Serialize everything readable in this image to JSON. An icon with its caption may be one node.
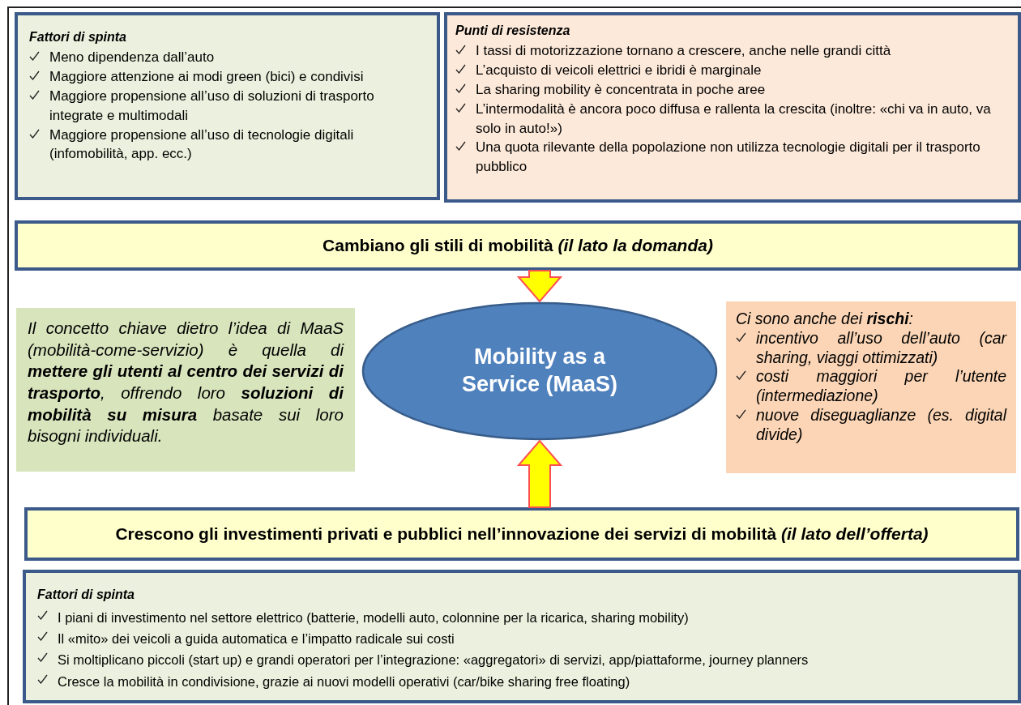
{
  "diagram": {
    "nodes": [
      {
        "text": [
          "Fattori di spinta",
          "Meno dipendenza dall’auto",
          "Maggiore attenzione ai modi green (bici) e condivisi",
          "Maggiore propensione all’uso di soluzioni di trasporto integrate e multimodali",
          "Maggiore propensione all’uso di tecnologie digitali (infomobilità, app. ecc.)"
        ]
      },
      {
        "text": [
          "Punti di resistenza",
          "I tassi di motorizzazione tornano a crescere, anche nelle grandi città",
          "L’acquisto di veicoli elettrici e ibridi è marginale",
          "La sharing mobility è concentrata in poche aree",
          "L’intermodalità è ancora poco diffusa e rallenta la crescita (inoltre: «chi va in auto, va solo in auto!»)",
          "Una quota rilevante della popolazione non utilizza tecnologie digitali per il trasporto pubblico"
        ]
      },
      {
        "text": [
          "Cambiano gli stili di mobilità *(il lato la domanda)*"
        ]
      },
      {
        "text": [
          "Il concetto chiave dietro l’idea di MaaS (mobilità-come-servizio) è quella di **mettere gli utenti al centro dei servizi di trasporto**, offrendo loro **soluzioni di mobilità su misura** basate sui loro bisogni individuali."
        ]
      },
      {
        "text": [
          "Mobility as a Service (MaaS)"
        ]
      },
      {
        "text": [
          "Ci sono anche dei **rischi**:",
          "incentivo all’uso dell’auto (car sharing, viaggi ottimizzati)",
          "costi maggiori per l’utente (intermediazione)",
          "nuove diseguaglianze (es. digital divide)"
        ]
      },
      {
        "text": [
          "Crescono gli investimenti privati e pubblici nell’innovazione dei servizi di mobilità *(il lato dell’offerta)*"
        ]
      },
      {
        "text": [
          "Fattori di spinta",
          "I piani di investimento nel settore elettrico (batterie, modelli auto, colonnine per la ricarica, sharing mobility)",
          "Il «mito» dei veicoli a guida automatica e l’impatto radicale sui costi",
          "Si moltiplicano piccoli (start up) e grandi operatori per l’integrazione: «aggregatori» di servizi, app/piattaforme, journey planners",
          "Cresce la mobilità in condivisione, grazie ai nuovi modelli operativi (car/bike sharing free floating)"
        ]
      }
    ],
    "edges": [
      {
        "from": 2,
        "to": 4,
        "arrow": "to"
      },
      {
        "from": 6,
        "to": 4,
        "arrow": "to"
      }
    ]
  }
}
